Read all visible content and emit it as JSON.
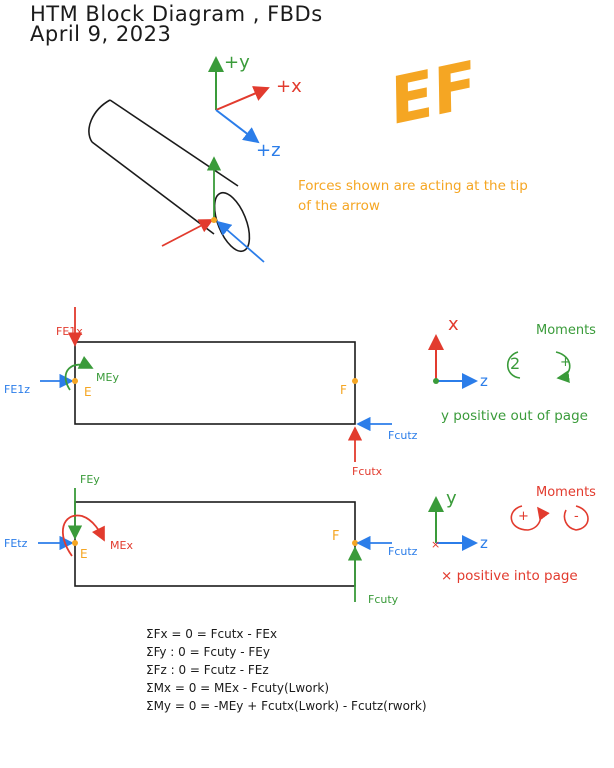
{
  "header": {
    "title": "HTM Block Diagram , FBDs",
    "date": "April 9, 2023"
  },
  "ef_logo": "EF",
  "colors": {
    "black": "#1b1b1b",
    "orange": "#f5a623",
    "green": "#3a9b3a",
    "red": "#e23b2e",
    "blue": "#2b7de9"
  },
  "iso": {
    "y_label": "+y",
    "x_label": "+x",
    "z_label": "+z",
    "note_line1": "Forces shown are acting at the tip",
    "note_line2": "of the arrow"
  },
  "fbd_xz": {
    "F_E_x": "FE1x",
    "F_E_z": "FE1z",
    "M_E_y": "MEy",
    "point_E": "E",
    "point_F": "F",
    "F_cut_z": "Fcutz",
    "F_cut_x": "Fcutx",
    "axis_x": "x",
    "axis_z": "z",
    "moments_title": "Moments",
    "moment_ccw": "2",
    "moment_cw": "+",
    "axis_note": "y positive out of page"
  },
  "fbd_yz": {
    "F_E_y": "FEy",
    "F_E_z": "FEtz",
    "M_E_x": "MEx",
    "point_E": "E",
    "point_F": "F",
    "F_cut_z": "Fcutz",
    "F_cut_y": "Fcuty",
    "axis_y": "y",
    "axis_z": "z",
    "moments_title": "Moments",
    "moment_a": "+",
    "moment_b": "-",
    "axis_note": "× positive into page"
  },
  "equations": [
    "ΣFx = 0 = Fcutx - FEx",
    "ΣFy : 0 = Fcuty - FEy",
    "ΣFz : 0 = Fcutz - FEz",
    "ΣMx = 0 = MEx - Fcuty(Lwork)",
    "ΣMy = 0 = -MEy + Fcutx(Lwork) - Fcutz(rwork)"
  ]
}
